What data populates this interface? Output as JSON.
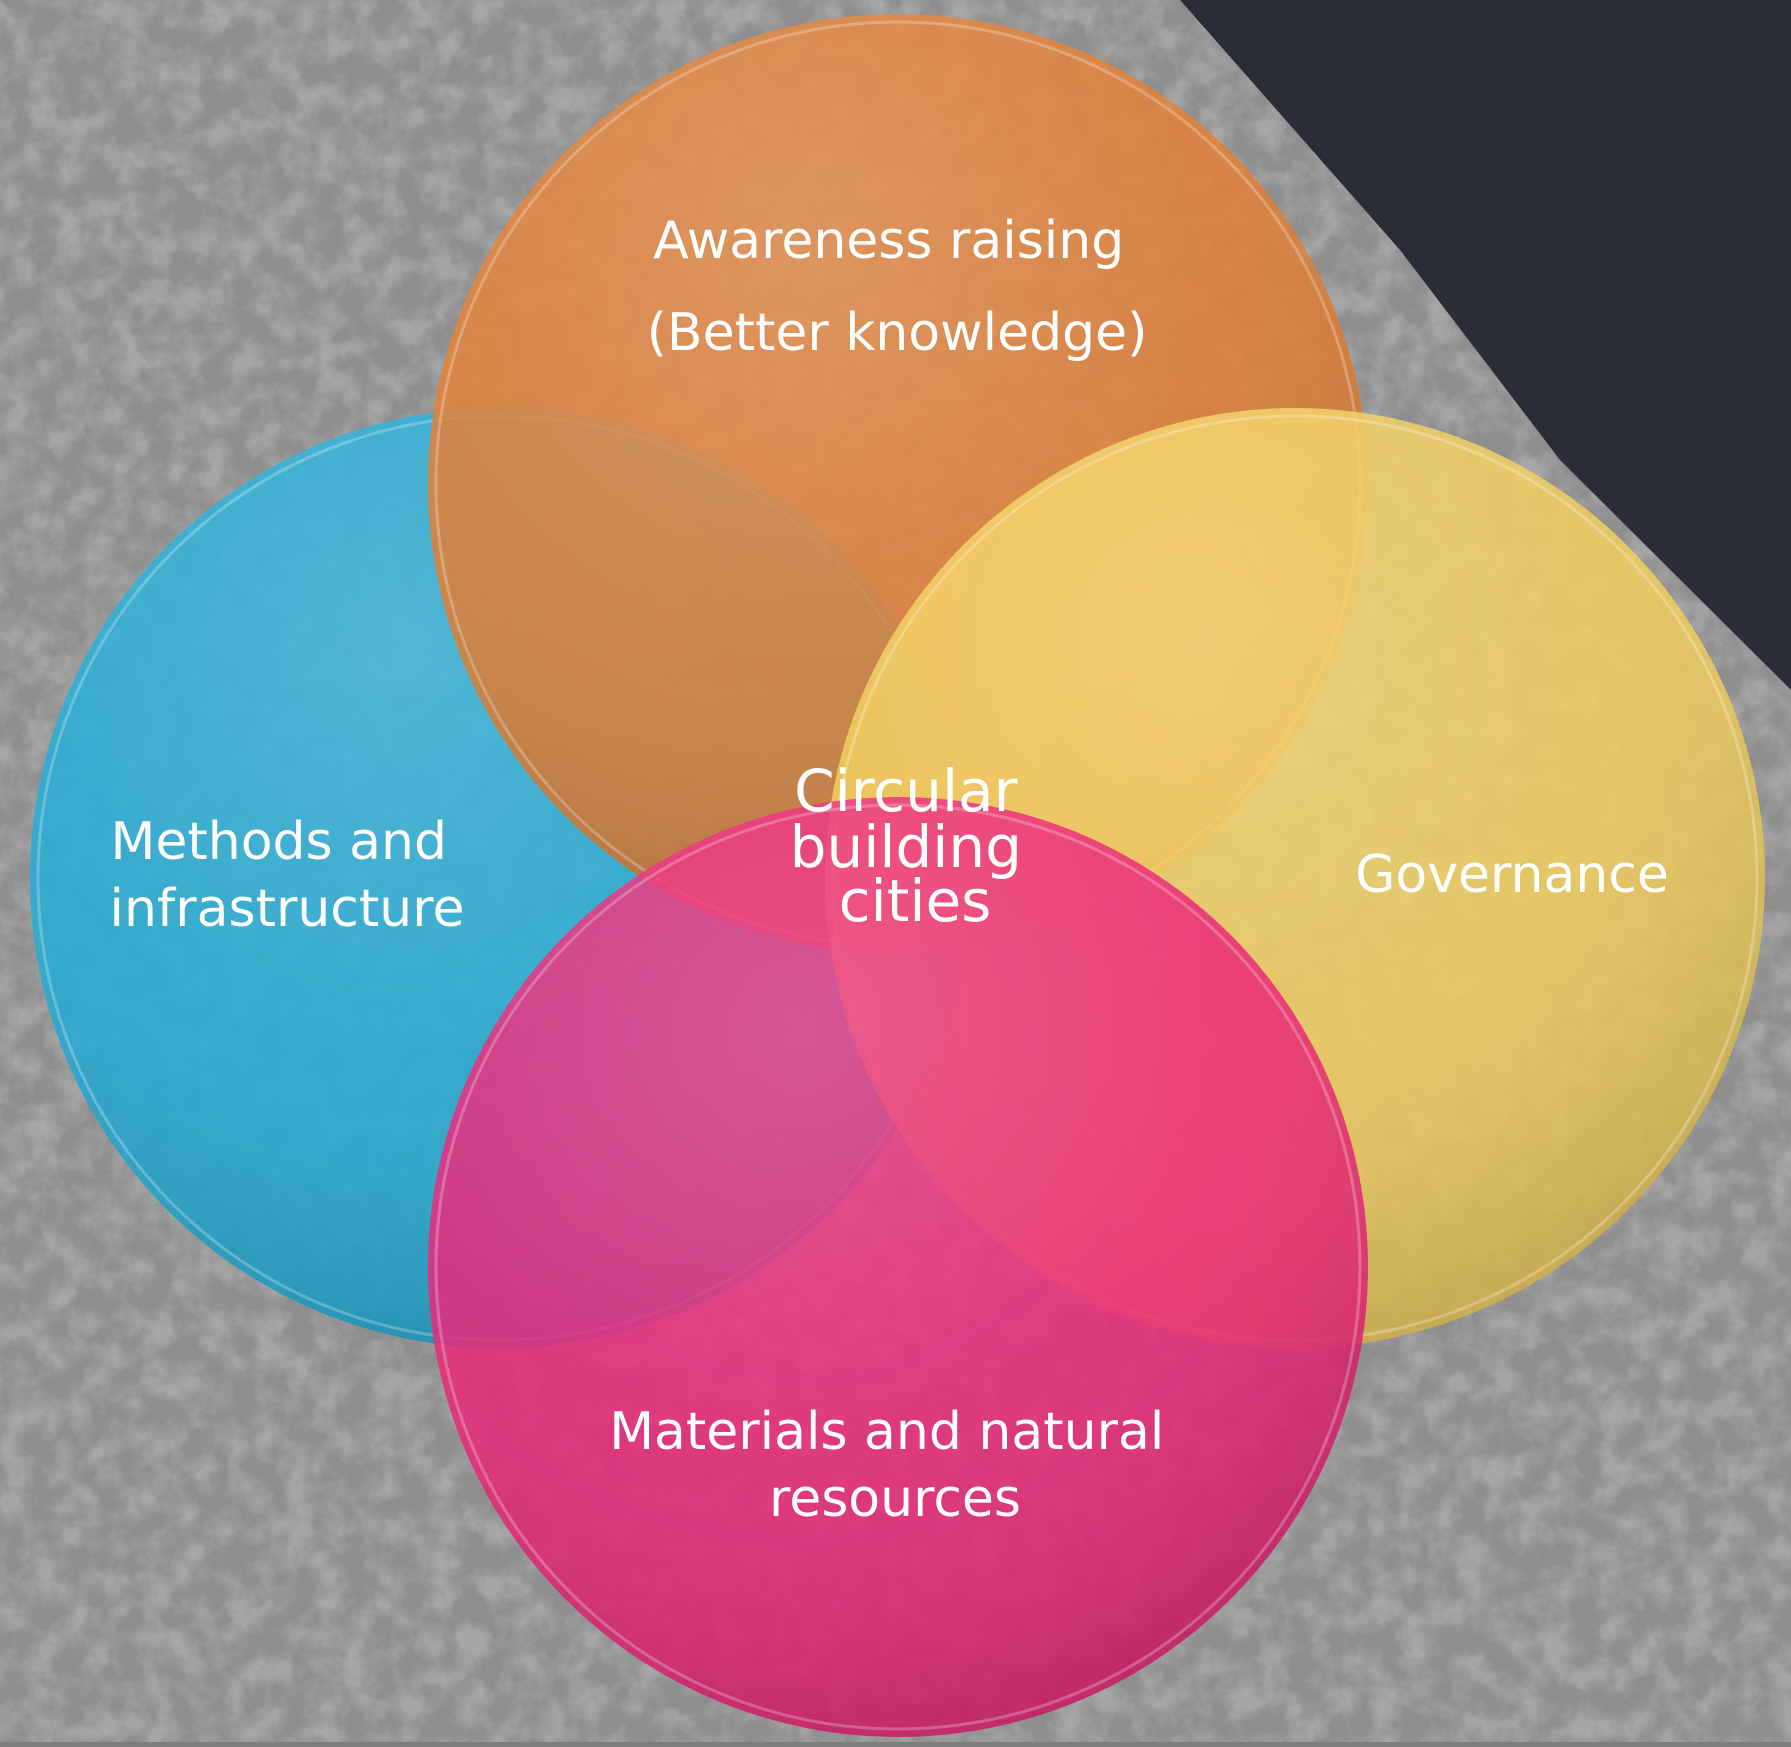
{
  "diagram": {
    "center_label_lines": [
      "Circular",
      "building",
      "cities"
    ],
    "circles": [
      {
        "id": "methods",
        "label_lines": [
          "Methods and",
          "infrastructure"
        ],
        "color": "#1ca9d4"
      },
      {
        "id": "awareness",
        "label_lines": [
          "Awareness raising",
          "(Better knowledge)"
        ],
        "color": "#e07a2e"
      },
      {
        "id": "governance",
        "label_lines": [
          "Governance"
        ],
        "color": "#f2cd57"
      },
      {
        "id": "materials",
        "label_lines": [
          "Materials and natural",
          "resources"
        ],
        "color": "#ea1e72"
      }
    ]
  },
  "colors": {
    "background_concrete": "#8a8a8a",
    "background_dark_corner": "#2b2d36",
    "label_text": "#ffffff"
  }
}
